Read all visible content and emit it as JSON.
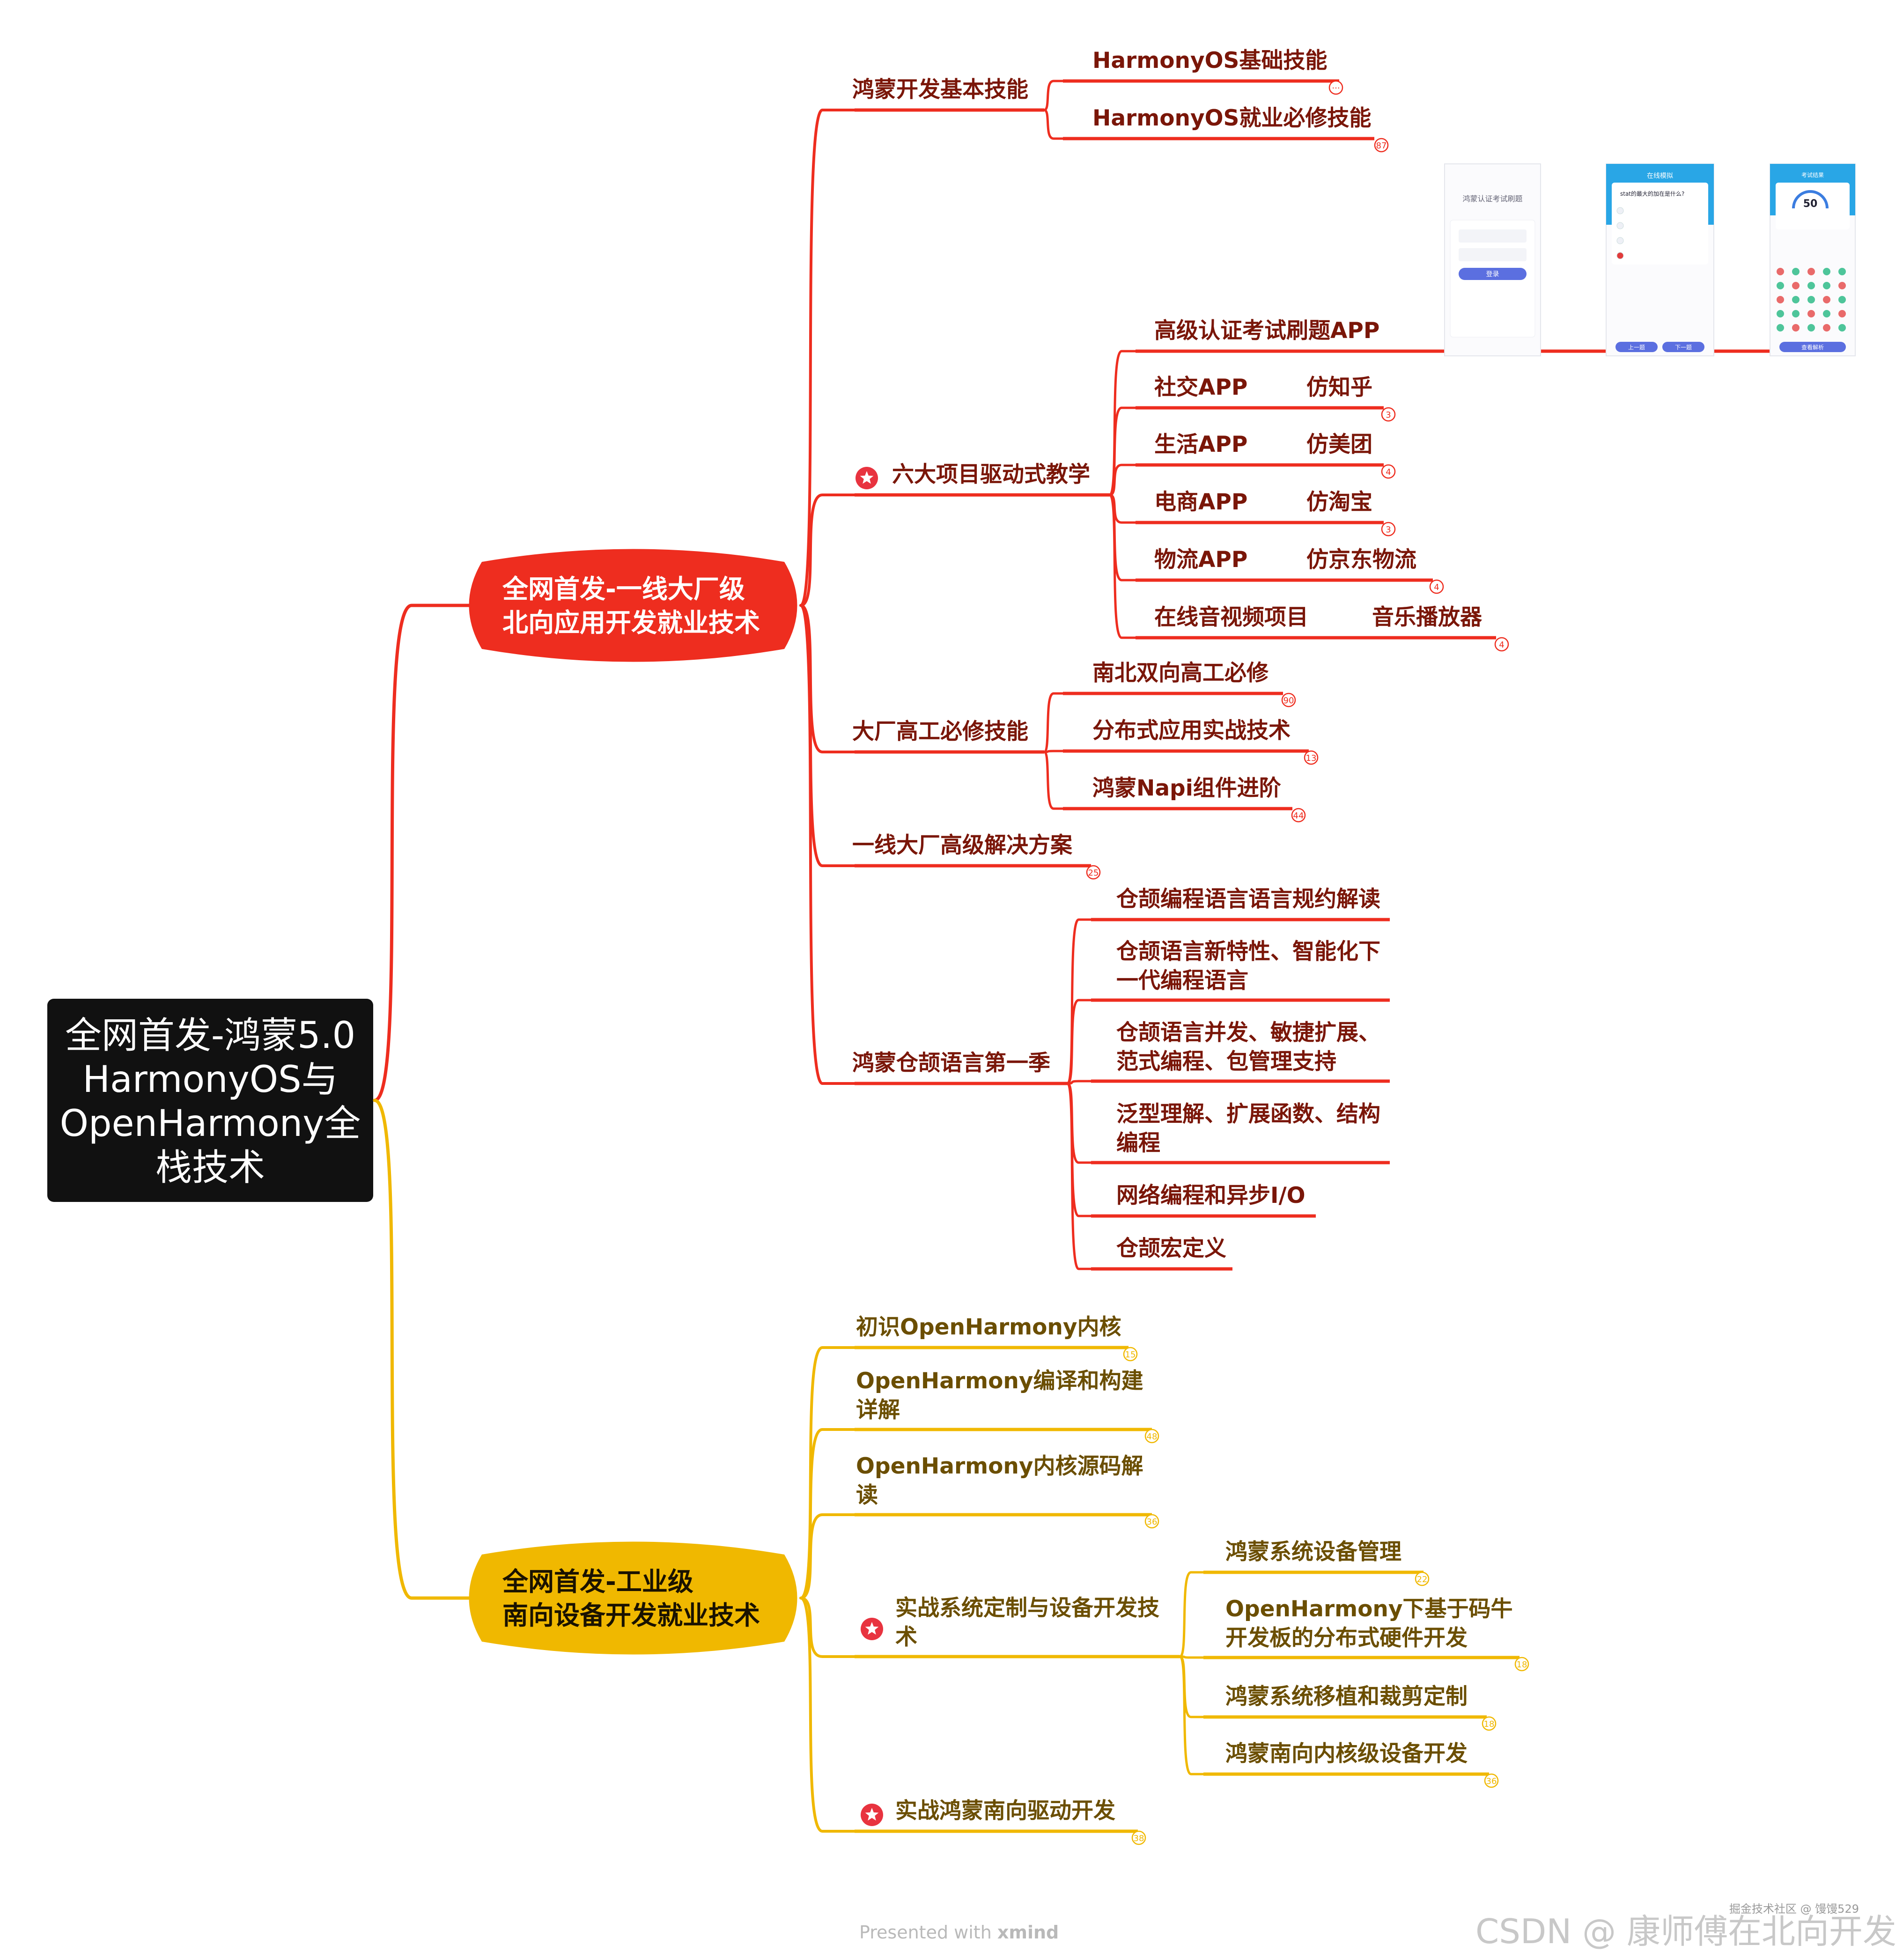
{
  "root": {
    "lines": [
      "全网首发-鸿蒙5.0",
      "HarmonyOS与",
      "OpenHarmony全",
      "栈技术"
    ]
  },
  "branches": [
    {
      "id": "north",
      "title_lines": [
        "全网首发-一线大厂级",
        "北向应用开发就业技术"
      ],
      "color": "#ee2d1f",
      "children": [
        {
          "id": "n1",
          "lines": [
            "鸿蒙开发基本技能"
          ],
          "children": [
            {
              "lines": [
                "HarmonyOS基础技能"
              ],
              "badge": "···"
            },
            {
              "lines": [
                "HarmonyOS就业必修技能"
              ],
              "badge": "87"
            }
          ]
        },
        {
          "id": "n2",
          "lines": [
            "六大项目驱动式教学"
          ],
          "starred": true,
          "children": [
            {
              "lines": [
                "高级认证考试刷题APP"
              ]
            },
            {
              "lines": [
                "社交APP"
              ],
              "sub": "仿知乎",
              "badge": "3"
            },
            {
              "lines": [
                "生活APP"
              ],
              "sub": "仿美团",
              "badge": "4"
            },
            {
              "lines": [
                "电商APP"
              ],
              "sub": "仿淘宝",
              "badge": "3"
            },
            {
              "lines": [
                "物流APP"
              ],
              "sub": "仿京东物流",
              "badge": "4"
            },
            {
              "lines": [
                "在线音视频项目"
              ],
              "sub": "音乐播放器",
              "badge": "4"
            }
          ]
        },
        {
          "id": "n3",
          "lines": [
            "大厂高工必修技能"
          ],
          "children": [
            {
              "lines": [
                "南北双向高工必修"
              ],
              "badge": "90"
            },
            {
              "lines": [
                "分布式应用实战技术"
              ],
              "badge": "13"
            },
            {
              "lines": [
                "鸿蒙Napi组件进阶"
              ],
              "badge": "44"
            }
          ]
        },
        {
          "id": "n4",
          "lines": [
            "一线大厂高级解决方案"
          ],
          "badge": "25",
          "children": []
        },
        {
          "id": "n5",
          "lines": [
            "鸿蒙仓颉语言第一季"
          ],
          "children": [
            {
              "lines": [
                "仓颉编程语言语言规约解读"
              ]
            },
            {
              "lines": [
                "仓颉语言新特性、智能化下",
                "一代编程语言"
              ]
            },
            {
              "lines": [
                "仓颉语言并发、敏捷扩展、",
                "范式编程、包管理支持"
              ]
            },
            {
              "lines": [
                "泛型理解、扩展函数、结构",
                "编程"
              ]
            },
            {
              "lines": [
                "网络编程和异步I/O"
              ]
            },
            {
              "lines": [
                "仓颉宏定义"
              ]
            }
          ]
        }
      ]
    },
    {
      "id": "south",
      "title_lines": [
        "全网首发-工业级",
        "南向设备开发就业技术"
      ],
      "color": "#f0b800",
      "children": [
        {
          "id": "s1",
          "lines": [
            "初识OpenHarmony内核"
          ],
          "badge": "15",
          "children": []
        },
        {
          "id": "s2",
          "lines": [
            "OpenHarmony编译和构建",
            "详解"
          ],
          "badge": "48",
          "children": []
        },
        {
          "id": "s3",
          "lines": [
            "OpenHarmony内核源码解",
            "读"
          ],
          "badge": "36",
          "children": []
        },
        {
          "id": "s4",
          "lines": [
            "实战系统定制与设备开发技",
            "术"
          ],
          "starred": true,
          "children": [
            {
              "lines": [
                "鸿蒙系统设备管理"
              ],
              "badge": "22"
            },
            {
              "lines": [
                "OpenHarmony下基于码牛",
                "开发板的分布式硬件开发"
              ],
              "badge": "18"
            },
            {
              "lines": [
                "鸿蒙系统移植和裁剪定制"
              ],
              "badge": "18"
            },
            {
              "lines": [
                "鸿蒙南向内核级设备开发"
              ],
              "badge": "36"
            }
          ]
        },
        {
          "id": "s5",
          "lines": [
            "实战鸿蒙南向驱动开发"
          ],
          "starred": true,
          "badge": "38",
          "children": []
        }
      ]
    }
  ],
  "phone_screens": [
    {
      "title": "鸿蒙认证考试刷题",
      "button": "登录"
    },
    {
      "title": "在线模拟",
      "question": "stat的最大的加在是什么?",
      "prev": "上一题",
      "next": "下一题"
    },
    {
      "title": "考试结果",
      "score": "50",
      "button": "查看解析"
    }
  ],
  "footer": {
    "presented_prefix": "Presented with ",
    "presented_brand": "xmind",
    "watermark_small": "掘金技术社区 @ 馒馒529",
    "watermark": "CSDN @ 康师傅在北向开发"
  },
  "colors": {
    "root_bg": "#111111",
    "red": "#ee2d1f",
    "red_text": "#7a1608",
    "yellow": "#f0b800",
    "yellow_text": "#6b4e00"
  }
}
